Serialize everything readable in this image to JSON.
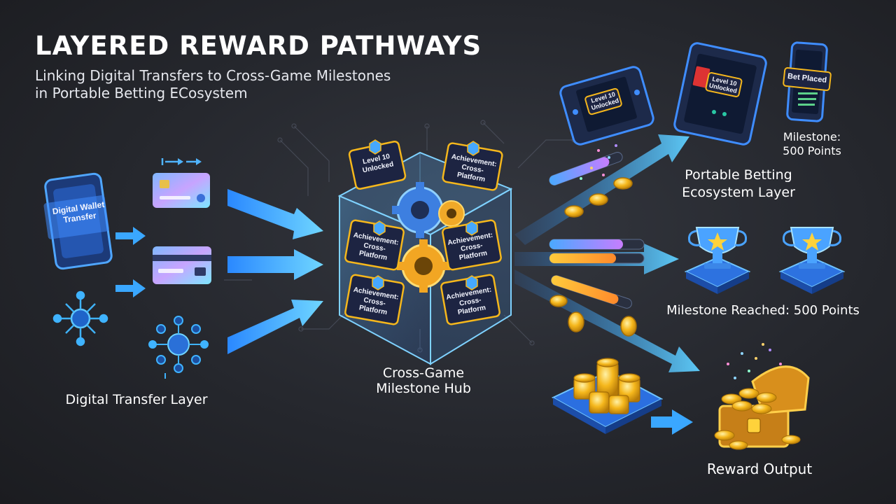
{
  "header": {
    "title": "LAYERED REWARD PATHWAYS",
    "subtitle_line1": "Linking Digital Transfers to Cross-Game Milestones",
    "subtitle_line2": "in Portable Betting ECosystem"
  },
  "left": {
    "wallet_text": "Digital Wallet Transfer",
    "layer_label": "Digital Transfer Layer"
  },
  "hub": {
    "label_line1": "Cross-Game",
    "label_line2": "Milestone Hub",
    "badge_level": "Level 10 Unlocked",
    "badge_achievement": "Achievement: Cross-Platform"
  },
  "devices": {
    "console_badge": "Level 10 Unlocked",
    "tablet_badge": "Level 10 Unlocked",
    "phone_badge": "Bet Placed"
  },
  "right": {
    "milestone_line1": "Milestone:",
    "milestone_line2": "500 Points",
    "ecosystem_line1": "Portable Betting",
    "ecosystem_line2": "Ecosystem Layer",
    "milestone_reached": "Milestone Reached: 500 Points",
    "reward_output": "Reward Output"
  },
  "colors": {
    "accent_blue": "#3fb3ff",
    "gold": "#f5b71c",
    "badge_bg": "#1d2442"
  }
}
